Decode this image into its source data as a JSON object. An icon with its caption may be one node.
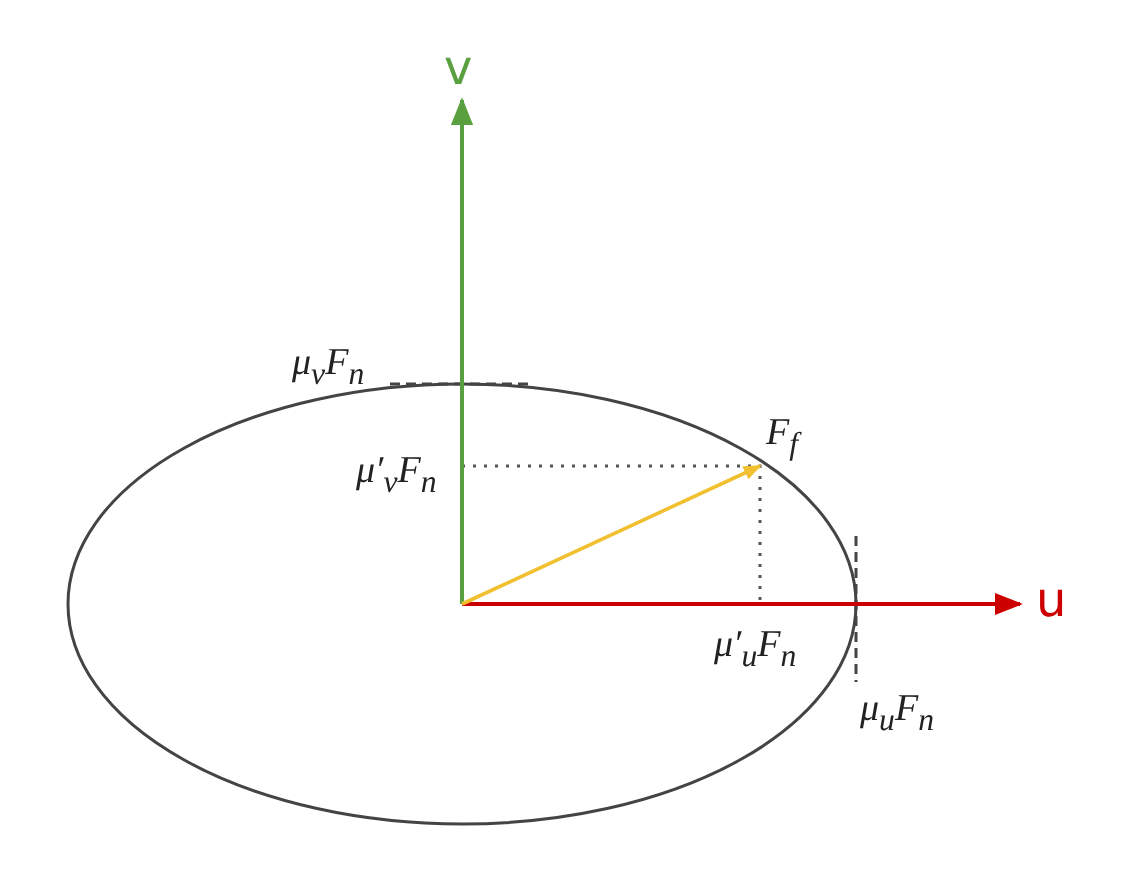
{
  "diagram": {
    "labels": [
      "v",
      "μ$_{v}$F$_{n}$",
      "F$_{f}$",
      "μ′$_{v}$F$_{n}$",
      "u",
      "μ′$_{u}$F$_{n}$",
      "μ$_{u}$F$_{n}$"
    ]
  }
}
